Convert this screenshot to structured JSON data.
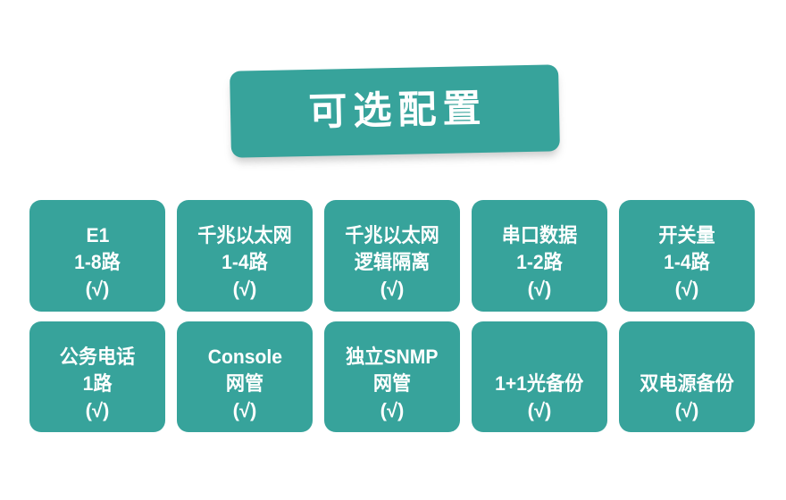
{
  "banner": {
    "title": "可选配置",
    "color": "#37a39b",
    "text_color": "#ffffff"
  },
  "theme": {
    "card_color": "#37a39b",
    "card_text_color": "#ffffff",
    "background": "#ffffff"
  },
  "cards": [
    [
      {
        "name": "e1",
        "lines": [
          "E1",
          "1-8路",
          "(√)"
        ]
      },
      {
        "name": "gigabit-ethernet",
        "lines": [
          "千兆以太网",
          "1-4路",
          "(√)"
        ]
      },
      {
        "name": "gigabit-ethernet-logical-isolation",
        "lines": [
          "千兆以太网",
          "逻辑隔离",
          "(√)"
        ]
      },
      {
        "name": "serial-data",
        "lines": [
          "串口数据",
          "1-2路",
          "(√)"
        ]
      },
      {
        "name": "switching-value",
        "lines": [
          "开关量",
          "1-4路",
          "(√)"
        ]
      }
    ],
    [
      {
        "name": "service-telephone",
        "lines": [
          "公务电话",
          "1路",
          "(√)"
        ]
      },
      {
        "name": "console-management",
        "lines": [
          "Console",
          "网管",
          "(√)"
        ]
      },
      {
        "name": "independent-snmp-management",
        "lines": [
          "独立SNMP",
          "网管",
          "(√)"
        ]
      },
      {
        "name": "optical-1plus1-backup",
        "lines": [
          "",
          "1+1光备份",
          "(√)"
        ]
      },
      {
        "name": "dual-power-backup",
        "lines": [
          "",
          "双电源备份",
          "(√)"
        ]
      }
    ]
  ]
}
